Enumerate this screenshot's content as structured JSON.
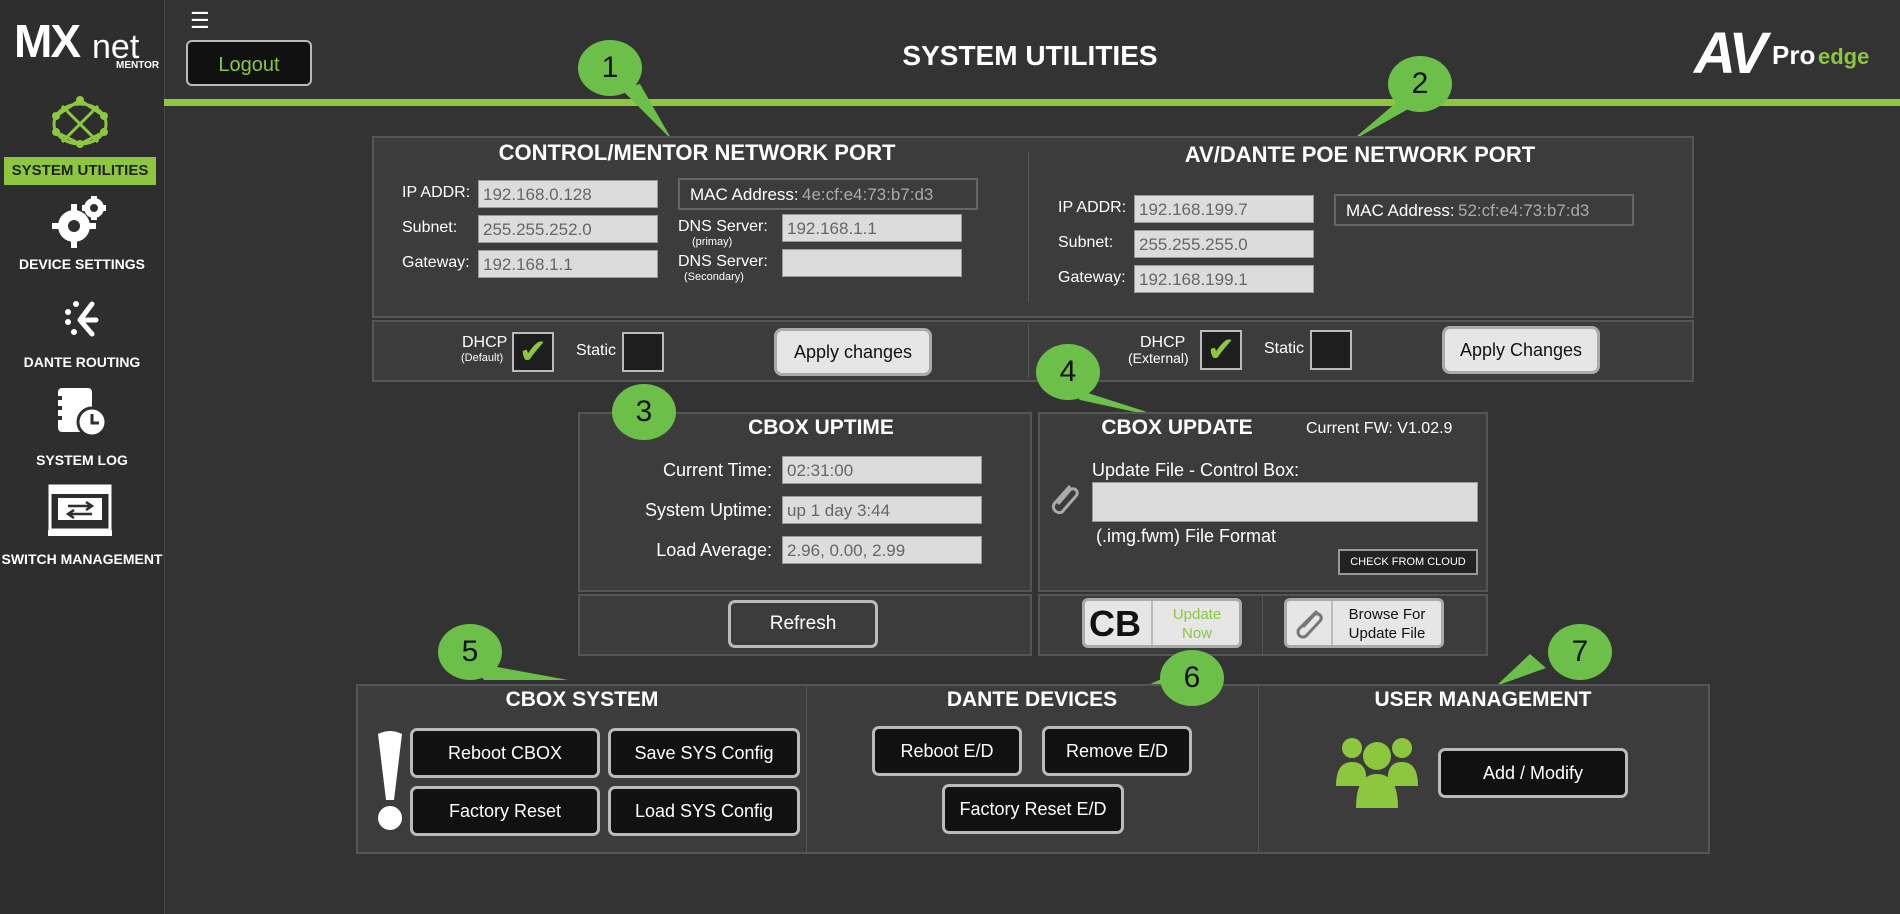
{
  "app": {
    "logo": {
      "mx": "MX",
      "net": "net",
      "mentor": "MENTOR"
    },
    "brand": {
      "av": "AV",
      "pro": "Pro",
      "edge": "edge"
    },
    "title": "SYSTEM UTILITIES",
    "logout_label": "Logout",
    "accent": "#8dc63f"
  },
  "sidebar": {
    "items": [
      {
        "label": "SYSTEM UTILITIES",
        "icon": "network-globe-icon",
        "active": true
      },
      {
        "label": "DEVICE SETTINGS",
        "icon": "gears-icon"
      },
      {
        "label": "DANTE ROUTING",
        "icon": "routing-icon"
      },
      {
        "label": "SYSTEM LOG",
        "icon": "log-clock-icon"
      },
      {
        "label": "SWITCH MANAGEMENT",
        "icon": "switch-icon"
      }
    ]
  },
  "callouts": [
    "1",
    "2",
    "3",
    "4",
    "5",
    "6",
    "7"
  ],
  "control_port": {
    "title": "CONTROL/MENTOR NETWORK PORT",
    "ip_label": "IP ADDR:",
    "ip": "192.168.0.128",
    "subnet_label": "Subnet:",
    "subnet": "255.255.252.0",
    "gateway_label": "Gateway:",
    "gateway": "192.168.1.1",
    "mac_label": "MAC Address:",
    "mac": "4e:cf:e4:73:b7:d3",
    "dns1_label": "DNS Server:",
    "dns1_sub": "(primay)",
    "dns1": "192.168.1.1",
    "dns2_label": "DNS Server:",
    "dns2_sub": "(Secondary)",
    "dns2": "",
    "dhcp_label": "DHCP",
    "dhcp_sub": "(Default)",
    "dhcp_checked": true,
    "static_label": "Static",
    "apply_label": "Apply changes"
  },
  "dante_port": {
    "title": "AV/DANTE POE NETWORK PORT",
    "ip_label": "IP ADDR:",
    "ip": "192.168.199.7",
    "subnet_label": "Subnet:",
    "subnet": "255.255.255.0",
    "gateway_label": "Gateway:",
    "gateway": "192.168.199.1",
    "mac_label": "MAC Address:",
    "mac": "52:cf:e4:73:b7:d3",
    "dhcp_label": "DHCP",
    "dhcp_sub": "(External)",
    "dhcp_checked": true,
    "static_label": "Static",
    "apply_label": "Apply Changes"
  },
  "uptime": {
    "title": "CBOX UPTIME",
    "time_label": "Current Time:",
    "time": "02:31:00",
    "uptime_label": "System Uptime:",
    "uptime": "up 1 day  3:44",
    "load_label": "Load Average:",
    "load": "2.96, 0.00, 2.99",
    "refresh_label": "Refresh"
  },
  "update": {
    "title": "CBOX UPDATE",
    "fw": "Current FW: V1.02.9",
    "file_label": "Update File - Control Box:",
    "file_value": "",
    "format_label": "(.img.fwm) File Format",
    "cloud_label": "CHECK FROM CLOUD",
    "cb_label": "CB",
    "update_now": "Update Now",
    "browse_label": "Browse For Update File"
  },
  "cbox_system": {
    "title": "CBOX SYSTEM",
    "reboot": "Reboot CBOX",
    "save": "Save SYS Config",
    "factory": "Factory Reset",
    "load": "Load SYS Config"
  },
  "dante_devices": {
    "title": "DANTE DEVICES",
    "reboot": "Reboot E/D",
    "remove": "Remove E/D",
    "factory": "Factory Reset E/D"
  },
  "user_mgmt": {
    "title": "USER MANAGEMENT",
    "add": "Add / Modify"
  }
}
